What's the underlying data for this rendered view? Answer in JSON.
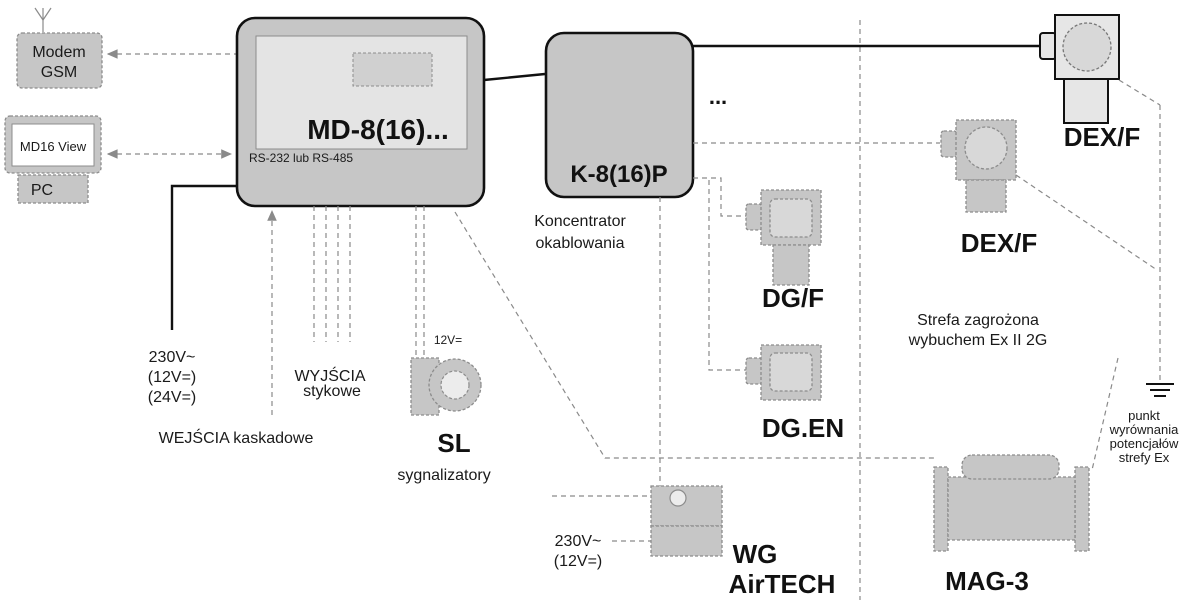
{
  "labels": {
    "modem_line1": "Modem",
    "modem_line2": "GSM",
    "md16_view": "MD16 View",
    "pc": "PC",
    "md8_title": "MD-8(16)...",
    "rs232": "RS-232 lub RS-485",
    "k8_title": "K-8(16)P",
    "koncentrator_line1": "Koncentrator",
    "koncentrator_line2": "okablowania",
    "ellipsis": "...",
    "dex_f_top": "DEX/F",
    "dex_f_mid": "DEX/F",
    "dg_f": "DG/F",
    "dg_en": "DG.EN",
    "strefa_line1": "Strefa zagrożona",
    "strefa_line2": "wybuchem Ex II 2G",
    "punkt_line1": "punkt",
    "punkt_line2": "wyrównania",
    "punkt_line3": "potencjałów",
    "punkt_line4": "strefy Ex",
    "power_line1": "230V~",
    "power_line2": "(12V=)",
    "power_line3": "(24V=)",
    "wejscia": "WEJŚCIA kaskadowe",
    "wyjscia_line1": "WYJŚCIA",
    "wyjscia_line2": "stykowe",
    "v12": "12V=",
    "sl": "SL",
    "sygnalizatory": "sygnalizatory",
    "wg_power_line1": "230V~",
    "wg_power_line2": "(12V=)",
    "wg": "WG",
    "airtech": "AirTECH",
    "mag3": "MAG-3"
  },
  "colors": {
    "device_fill": "#c6c6c6",
    "screen_fill": "#e4e4e4",
    "line": "#111111",
    "dashed": "#8a8a8a"
  },
  "icons": {
    "antenna": "antenna-icon",
    "ground": "ground-icon"
  }
}
